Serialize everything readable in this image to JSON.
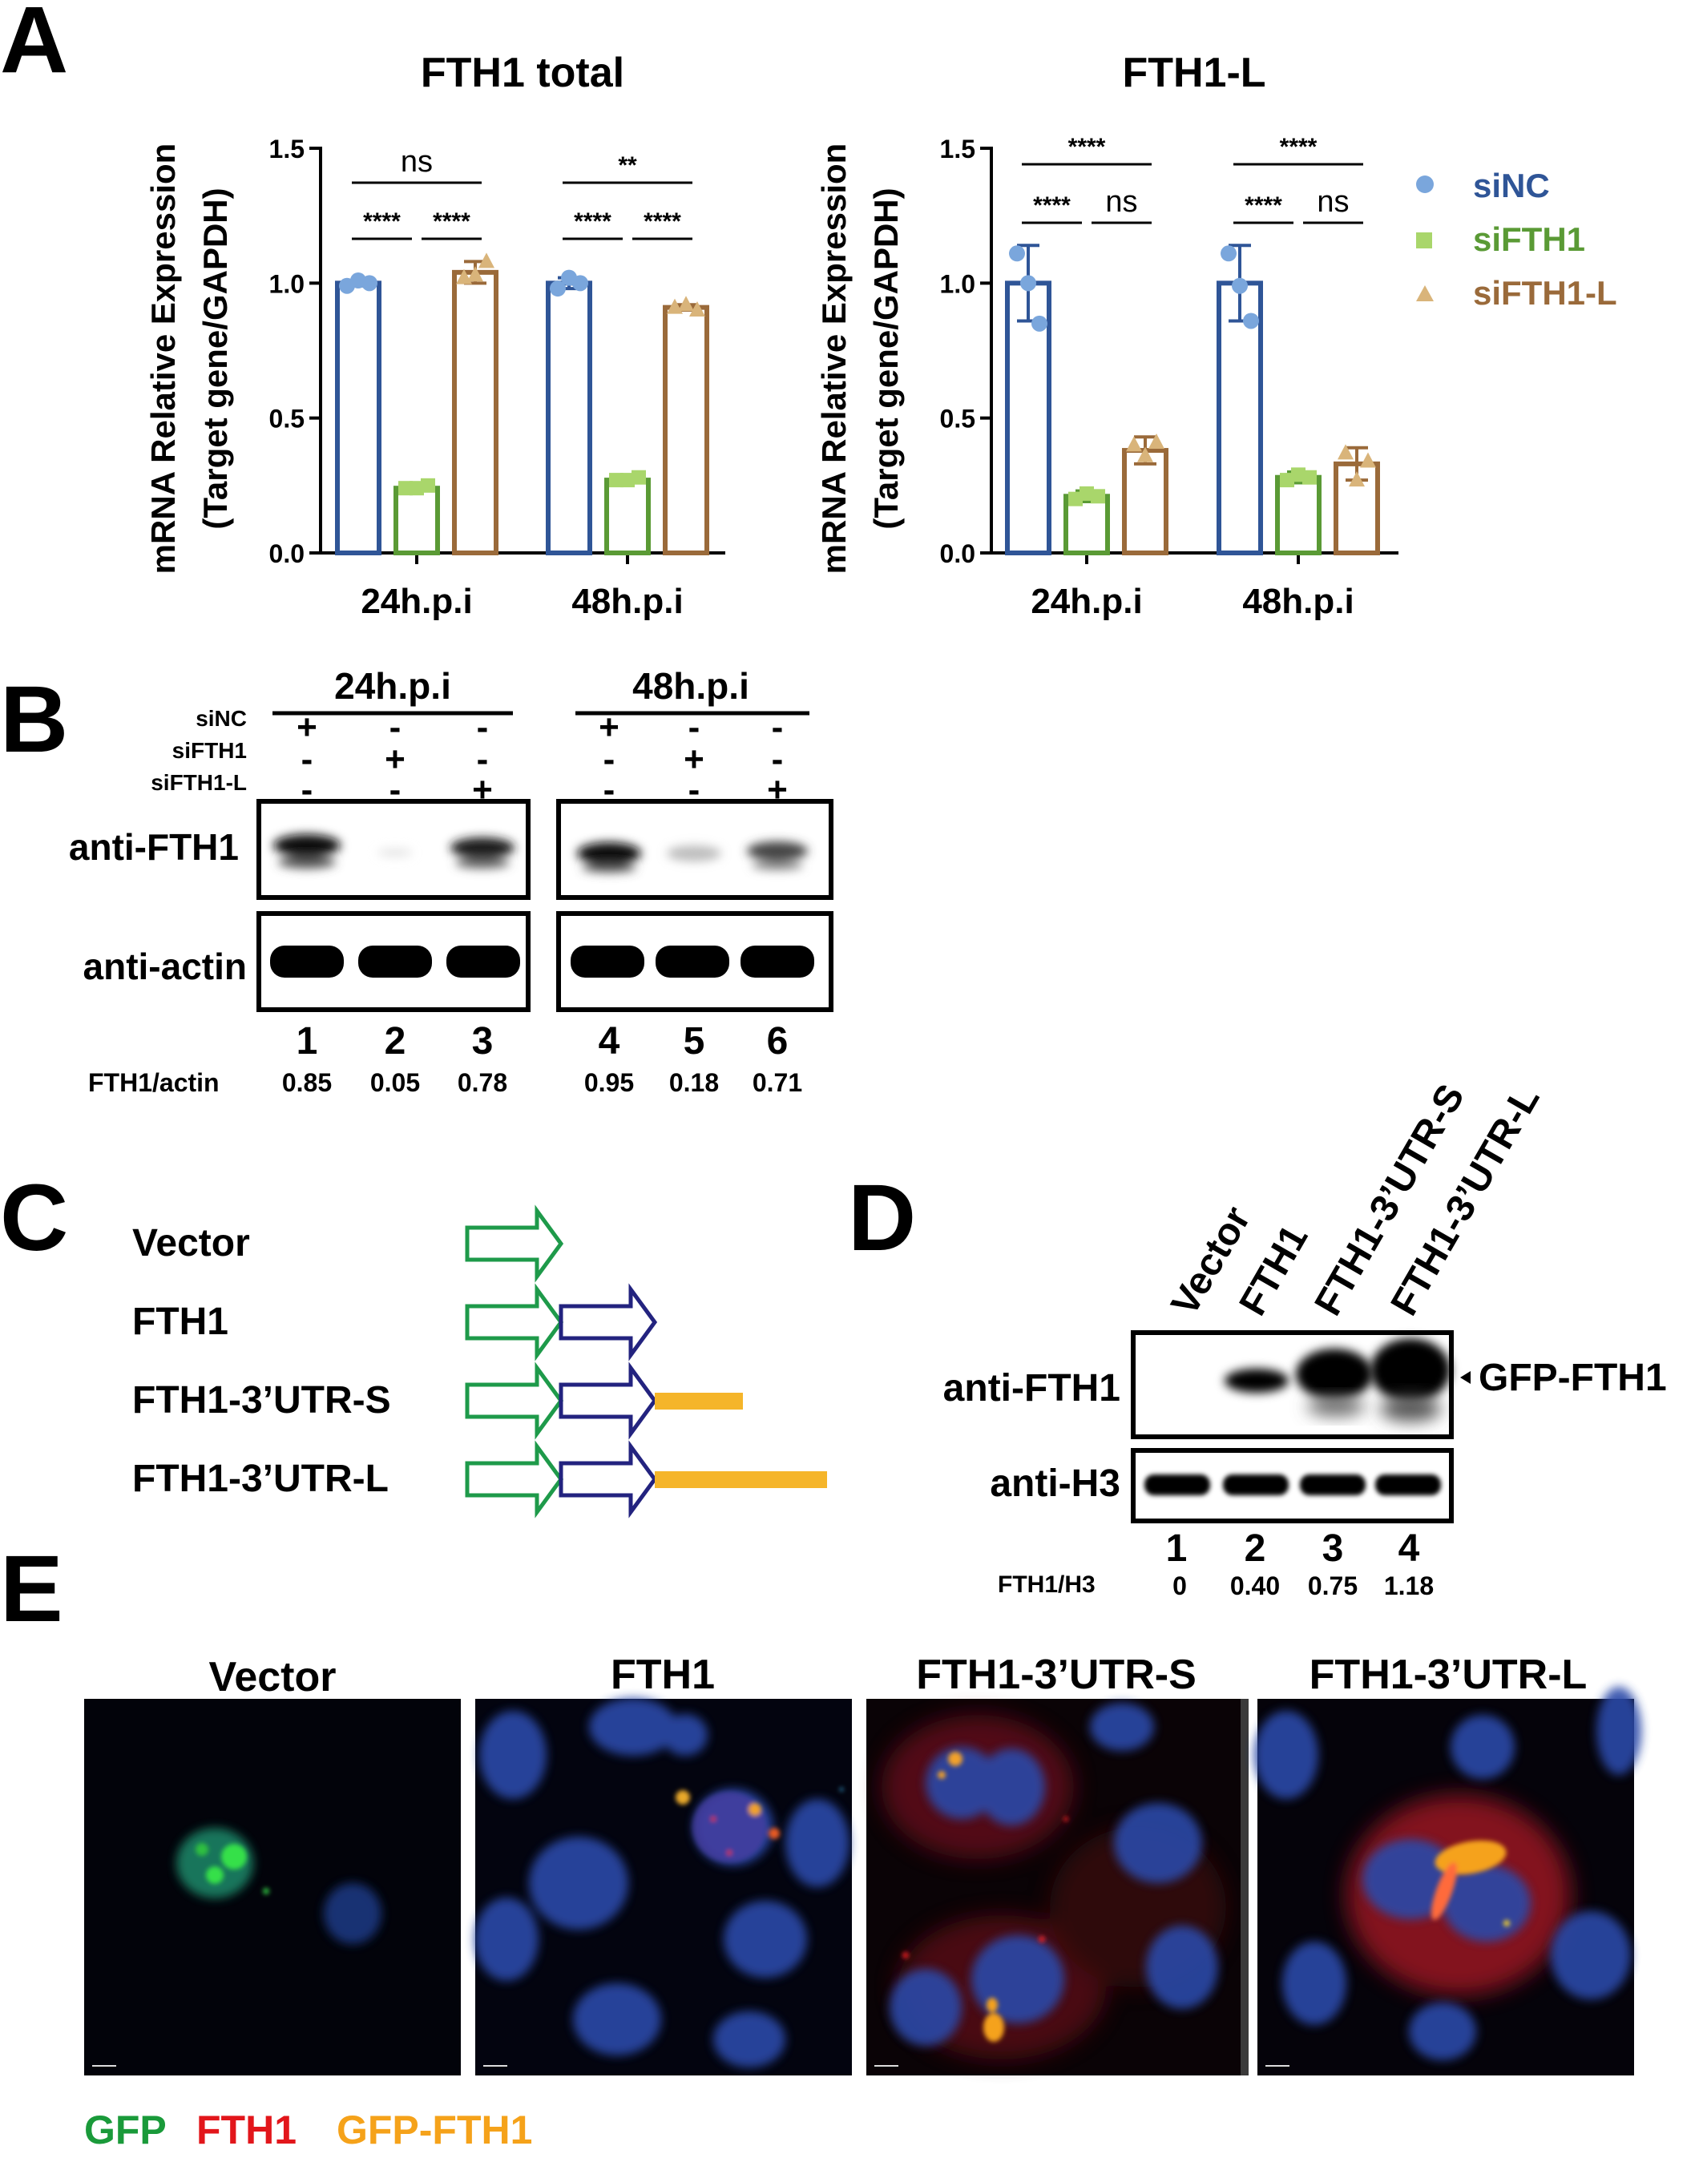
{
  "panel_letters": [
    "A",
    "B",
    "C",
    "D",
    "E"
  ],
  "colors": {
    "siNC": "#2f5597",
    "siNC_point": "#7aa6dc",
    "siFTH1": "#5a9a35",
    "siFTH1_point": "#a9d66b",
    "siFTH1L": "#9a6a3a",
    "siFTH1L_point": "#d9b47a",
    "arrow_green": "#1e9a4a",
    "arrow_navy": "#23237f",
    "utr_bar": "#f5b52a",
    "legend_gfp": "#1a9a3a",
    "legend_fth1": "#e2161b",
    "legend_gfp_fth1": "#f5a21a"
  },
  "panel_a": {
    "chart_data": [
      {
        "type": "bar",
        "title": "FTH1 total",
        "ylabel_line1": "mRNA Relative Expression",
        "ylabel_line2": "(Target gene/GAPDH)",
        "categories": [
          "24h.p.i",
          "48h.p.i"
        ],
        "ylim": [
          0,
          1.5
        ],
        "yticks": [
          "0.0",
          "0.5",
          "1.0",
          "1.5"
        ],
        "series": [
          {
            "name": "siNC",
            "values": [
              1.0,
              1.0
            ],
            "error": [
              0.01,
              0.02
            ],
            "points": [
              [
                0.99,
                1.01,
                1.0
              ],
              [
                0.98,
                1.02,
                1.0
              ]
            ]
          },
          {
            "name": "siFTH1",
            "values": [
              0.24,
              0.27
            ],
            "error": [
              0.0,
              0.0
            ],
            "points": [
              [
                0.24,
                0.24,
                0.25
              ],
              [
                0.27,
                0.27,
                0.28
              ]
            ]
          },
          {
            "name": "siFTH1-L",
            "values": [
              1.04,
              0.91
            ],
            "error": [
              0.04,
              0.01
            ],
            "points": [
              [
                1.02,
                1.03,
                1.08
              ],
              [
                0.91,
                0.92,
                0.9
              ]
            ]
          }
        ],
        "significance": [
          {
            "group": 0,
            "from": 0,
            "to": 2,
            "label": "ns",
            "level": 2
          },
          {
            "group": 0,
            "from": 0,
            "to": 1,
            "label": "****",
            "level": 1
          },
          {
            "group": 0,
            "from": 1,
            "to": 2,
            "label": "****",
            "level": 1
          },
          {
            "group": 1,
            "from": 0,
            "to": 2,
            "label": "**",
            "level": 2
          },
          {
            "group": 1,
            "from": 0,
            "to": 1,
            "label": "****",
            "level": 1
          },
          {
            "group": 1,
            "from": 1,
            "to": 2,
            "label": "****",
            "level": 1
          }
        ]
      },
      {
        "type": "bar",
        "title": "FTH1-L",
        "ylabel_line1": "mRNA Relative Expression",
        "ylabel_line2": "(Target gene/GAPDH)",
        "categories": [
          "24h.p.i",
          "48h.p.i"
        ],
        "ylim": [
          0,
          1.5
        ],
        "yticks": [
          "0.0",
          "0.5",
          "1.0",
          "1.5"
        ],
        "series": [
          {
            "name": "siNC",
            "values": [
              1.0,
              1.0
            ],
            "error": [
              0.14,
              0.14
            ],
            "points": [
              [
                1.11,
                1.0,
                0.85
              ],
              [
                1.11,
                0.99,
                0.86
              ]
            ]
          },
          {
            "name": "siFTH1",
            "values": [
              0.21,
              0.28
            ],
            "error": [
              0.02,
              0.02
            ],
            "points": [
              [
                0.2,
                0.22,
                0.21
              ],
              [
                0.27,
                0.29,
                0.28
              ]
            ]
          },
          {
            "name": "siFTH1-L",
            "values": [
              0.38,
              0.33
            ],
            "error": [
              0.05,
              0.06
            ],
            "points": [
              [
                0.4,
                0.36,
                0.41
              ],
              [
                0.37,
                0.27,
                0.34
              ]
            ]
          }
        ],
        "significance": [
          {
            "group": 0,
            "from": 0,
            "to": 2,
            "label": "****",
            "level": 2
          },
          {
            "group": 0,
            "from": 0,
            "to": 1,
            "label": "****",
            "level": 1
          },
          {
            "group": 0,
            "from": 1,
            "to": 2,
            "label": "ns",
            "level": 1
          },
          {
            "group": 1,
            "from": 0,
            "to": 2,
            "label": "****",
            "level": 2
          },
          {
            "group": 1,
            "from": 0,
            "to": 1,
            "label": "****",
            "level": 1
          },
          {
            "group": 1,
            "from": 1,
            "to": 2,
            "label": "ns",
            "level": 1
          }
        ]
      }
    ],
    "legend": [
      "siNC",
      "siFTH1",
      "siFTH1-L"
    ]
  },
  "panel_b": {
    "timepoints": [
      "24h.p.i",
      "48h.p.i"
    ],
    "conditions": [
      "siNC",
      "siFTH1",
      "siFTH1-L"
    ],
    "signs": [
      [
        "+",
        "-",
        "-"
      ],
      [
        "-",
        "+",
        "-"
      ],
      [
        "-",
        "-",
        "+"
      ]
    ],
    "blots": [
      "anti-FTH1",
      "anti-actin"
    ],
    "lanes": [
      "1",
      "2",
      "3",
      "4",
      "5",
      "6"
    ],
    "ratio_label": "FTH1/actin",
    "ratios": [
      "0.85",
      "0.05",
      "0.78",
      "0.95",
      "0.18",
      "0.71"
    ]
  },
  "panel_c": {
    "constructs": [
      "Vector",
      "FTH1",
      "FTH1-3’UTR-S",
      "FTH1-3’UTR-L"
    ]
  },
  "panel_d": {
    "lanes_labels": [
      "Vector",
      "FTH1",
      "FTH1-3’UTR-S",
      "FTH1-3’UTR-L"
    ],
    "blots": [
      "anti-FTH1",
      "anti-H3"
    ],
    "band_label": "GFP-FTH1",
    "lanes": [
      "1",
      "2",
      "3",
      "4"
    ],
    "ratio_label": "FTH1/H3",
    "ratios": [
      "0",
      "0.40",
      "0.75",
      "1.18"
    ]
  },
  "panel_e": {
    "titles": [
      "Vector",
      "FTH1",
      "FTH1-3’UTR-S",
      "FTH1-3’UTR-L"
    ],
    "legend": [
      "GFP",
      "FTH1",
      "GFP-FTH1"
    ]
  }
}
